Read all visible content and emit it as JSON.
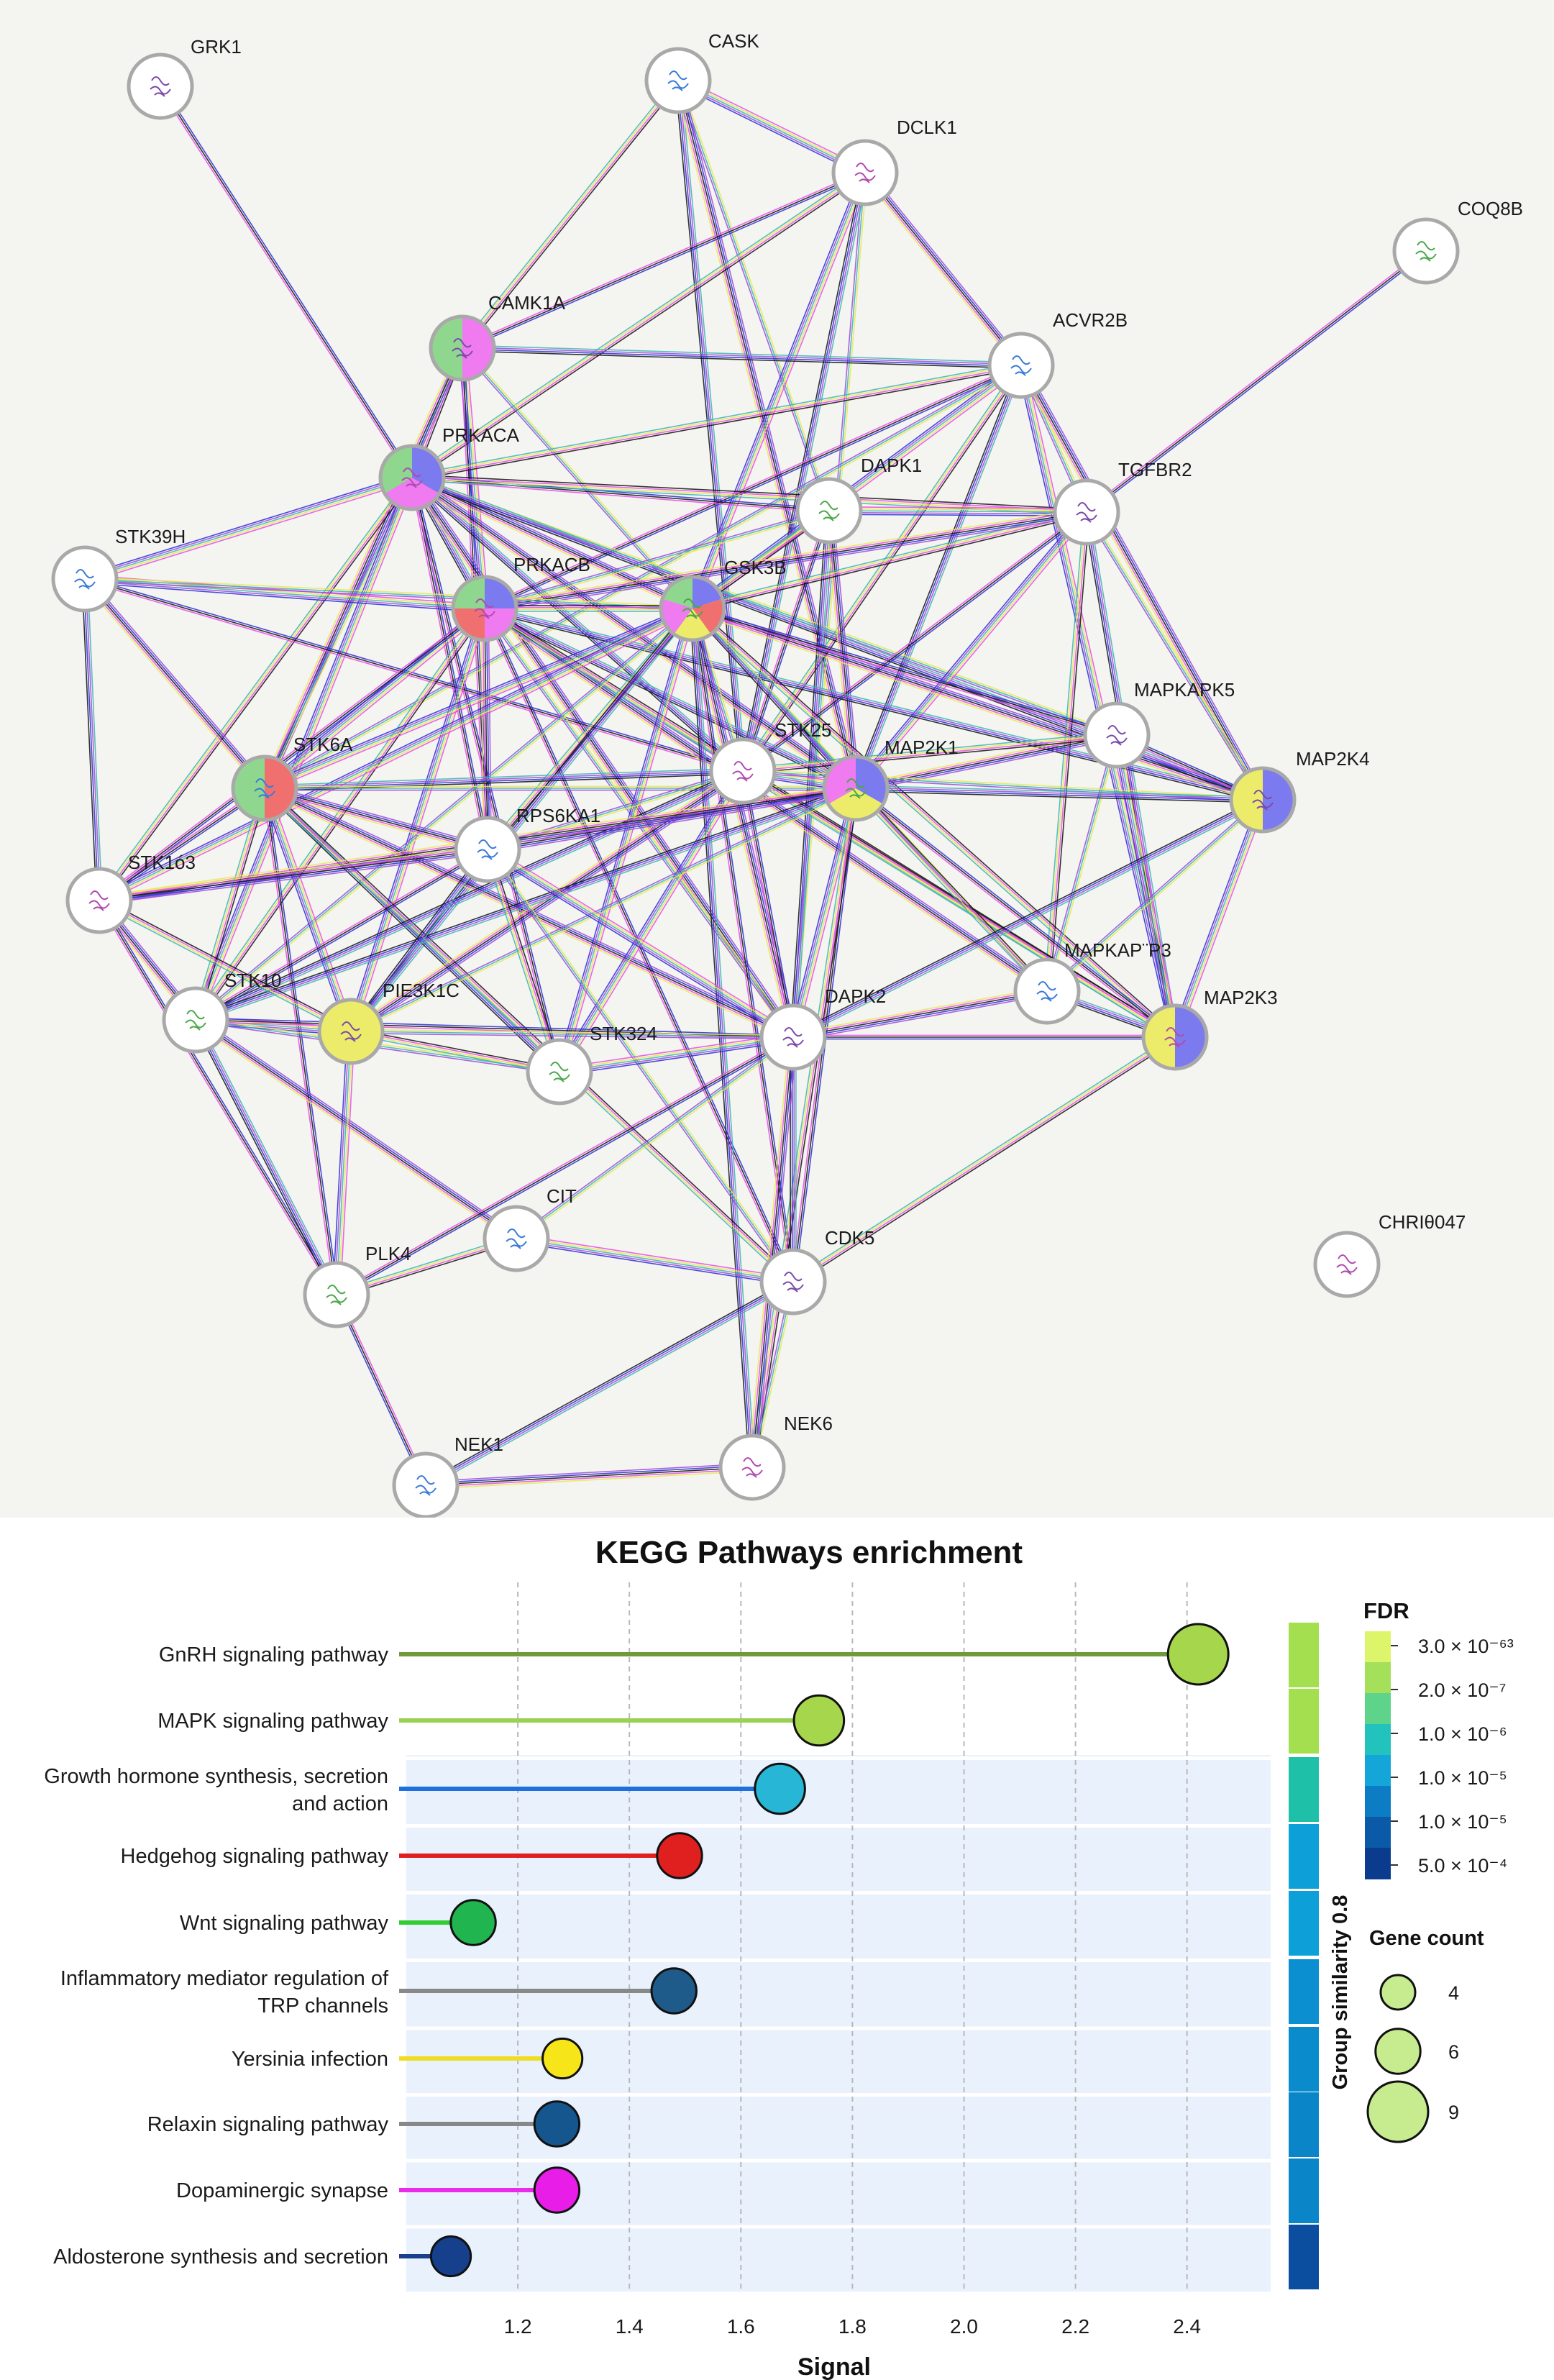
{
  "network": {
    "nodes": [
      {
        "id": "GRK1",
        "label": "GRK1",
        "colors": []
      },
      {
        "id": "CASK",
        "label": "CASK",
        "colors": []
      },
      {
        "id": "DCLK1",
        "label": "DCLK1",
        "colors": []
      },
      {
        "id": "COQ8B",
        "label": "COQ8B",
        "colors": []
      },
      {
        "id": "CAMK1A",
        "label": "CAMK1A",
        "colors": [
          "#f07af0",
          "#8fd68f"
        ]
      },
      {
        "id": "ACVR2B",
        "label": "ACVR2B",
        "colors": []
      },
      {
        "id": "PRKACA",
        "label": "PRKACA",
        "colors": [
          "#7b7bef",
          "#f07af0",
          "#8fd68f"
        ]
      },
      {
        "id": "DAPK1",
        "label": "DAPK1",
        "colors": []
      },
      {
        "id": "TGFBR2",
        "label": "TGFBR2",
        "colors": []
      },
      {
        "id": "STK39H",
        "label": "STK39H",
        "colors": []
      },
      {
        "id": "PRKACB",
        "label": "PRKACB",
        "colors": [
          "#7b7bef",
          "#f07af0",
          "#f07070",
          "#8fd68f"
        ]
      },
      {
        "id": "GSK3B",
        "label": "GSK3B",
        "colors": [
          "#7b7bef",
          "#f07070",
          "#ecec6a",
          "#f07af0",
          "#8fd68f"
        ]
      },
      {
        "id": "MAPKAPK5",
        "label": "MAPKAPK5",
        "colors": []
      },
      {
        "id": "STK6A",
        "label": "STK6A",
        "colors": [
          "#f07070",
          "#8fd68f"
        ]
      },
      {
        "id": "STK25",
        "label": "STK25",
        "colors": []
      },
      {
        "id": "MAP2K1",
        "label": "MAP2K1",
        "colors": [
          "#7b7bef",
          "#ecec6a",
          "#f07af0"
        ]
      },
      {
        "id": "MAP2K4",
        "label": "MAP2K4",
        "colors": [
          "#7b7bef",
          "#ecec6a"
        ]
      },
      {
        "id": "RPS6KA1",
        "label": "RPS6KA1",
        "colors": []
      },
      {
        "id": "STK103",
        "label": "STK1ó3",
        "colors": []
      },
      {
        "id": "STK10",
        "label": "STK10",
        "colors": []
      },
      {
        "id": "PIE3K1C",
        "label": "PIE3K1C",
        "colors": [
          "#ecec6a"
        ]
      },
      {
        "id": "MAPKAPP3",
        "label": "MAPKAP¨P3",
        "colors": []
      },
      {
        "id": "MAP2K3",
        "label": "MAP2K3",
        "colors": [
          "#7b7bef",
          "#ecec6a"
        ]
      },
      {
        "id": "STK324",
        "label": "STK324",
        "colors": []
      },
      {
        "id": "DAPK2",
        "label": "DAPK2",
        "colors": []
      },
      {
        "id": "CIT",
        "label": "CIT",
        "colors": []
      },
      {
        "id": "CHRI047",
        "label": "CHRIθ047",
        "colors": []
      },
      {
        "id": "PLK4",
        "label": "PLK4",
        "colors": []
      },
      {
        "id": "CDK5",
        "label": "CDK5",
        "colors": []
      },
      {
        "id": "NEK1",
        "label": "NEK1",
        "colors": []
      },
      {
        "id": "NEK6",
        "label": "NEK6",
        "colors": []
      }
    ],
    "edges": [
      [
        "GRK1",
        "PRKACA"
      ],
      [
        "CASK",
        "CAMK1A"
      ],
      [
        "CASK",
        "DCLK1"
      ],
      [
        "CASK",
        "DAPK1"
      ],
      [
        "CASK",
        "STK25"
      ],
      [
        "CASK",
        "MAP2K1"
      ],
      [
        "DCLK1",
        "CAMK1A"
      ],
      [
        "DCLK1",
        "PRKACA"
      ],
      [
        "DCLK1",
        "GSK3B"
      ],
      [
        "DCLK1",
        "DAPK2"
      ],
      [
        "DCLK1",
        "STK25"
      ],
      [
        "DCLK1",
        "ACVR2B"
      ],
      [
        "COQ8B",
        "TGFBR2"
      ],
      [
        "CAMK1A",
        "PRKACA"
      ],
      [
        "CAMK1A",
        "PRKACB"
      ],
      [
        "CAMK1A",
        "GSK3B"
      ],
      [
        "CAMK1A",
        "ACVR2B"
      ],
      [
        "CAMK1A",
        "STK6A"
      ],
      [
        "CAMK1A",
        "RPS6KA1"
      ],
      [
        "ACVR2B",
        "PRKACA"
      ],
      [
        "ACVR2B",
        "GSK3B"
      ],
      [
        "ACVR2B",
        "TGFBR2"
      ],
      [
        "ACVR2B",
        "MAP2K1"
      ],
      [
        "ACVR2B",
        "MAP2K4"
      ],
      [
        "ACVR2B",
        "PRKACB"
      ],
      [
        "ACVR2B",
        "STK25"
      ],
      [
        "ACVR2B",
        "MAP2K3"
      ],
      [
        "ACVR2B",
        "STK6A"
      ],
      [
        "PRKACA",
        "PRKACB"
      ],
      [
        "PRKACA",
        "GSK3B"
      ],
      [
        "PRKACA",
        "DAPK1"
      ],
      [
        "PRKACA",
        "TGFBR2"
      ],
      [
        "PRKACA",
        "STK39H"
      ],
      [
        "PRKACA",
        "STK6A"
      ],
      [
        "PRKACA",
        "STK25"
      ],
      [
        "PRKACA",
        "MAP2K1"
      ],
      [
        "PRKACA",
        "RPS6KA1"
      ],
      [
        "PRKACA",
        "STK103"
      ],
      [
        "PRKACA",
        "STK10"
      ],
      [
        "PRKACA",
        "MAPKAPK5"
      ],
      [
        "PRKACA",
        "MAP2K4"
      ],
      [
        "PRKACA",
        "DAPK2"
      ],
      [
        "PRKACA",
        "STK324"
      ],
      [
        "DAPK1",
        "GSK3B"
      ],
      [
        "DAPK1",
        "TGFBR2"
      ],
      [
        "DAPK1",
        "PRKACB"
      ],
      [
        "DAPK1",
        "DAPK2"
      ],
      [
        "DAPK1",
        "MAP2K1"
      ],
      [
        "DAPK1",
        "STK25"
      ],
      [
        "TGFBR2",
        "GSK3B"
      ],
      [
        "TGFBR2",
        "MAP2K1"
      ],
      [
        "TGFBR2",
        "MAP2K4"
      ],
      [
        "TGFBR2",
        "MAP2K3"
      ],
      [
        "TGFBR2",
        "PRKACB"
      ],
      [
        "TGFBR2",
        "STK25"
      ],
      [
        "TGFBR2",
        "MAPKAPP3"
      ],
      [
        "STK39H",
        "PRKACB"
      ],
      [
        "STK39H",
        "GSK3B"
      ],
      [
        "STK39H",
        "STK103"
      ],
      [
        "STK39H",
        "STK6A"
      ],
      [
        "STK39H",
        "STK25"
      ],
      [
        "PRKACB",
        "GSK3B"
      ],
      [
        "PRKACB",
        "STK6A"
      ],
      [
        "PRKACB",
        "STK25"
      ],
      [
        "PRKACB",
        "MAP2K1"
      ],
      [
        "PRKACB",
        "RPS6KA1"
      ],
      [
        "PRKACB",
        "STK103"
      ],
      [
        "PRKACB",
        "STK10"
      ],
      [
        "PRKACB",
        "PIE3K1C"
      ],
      [
        "PRKACB",
        "DAPK2"
      ],
      [
        "PRKACB",
        "MAP2K4"
      ],
      [
        "PRKACB",
        "MAPKAPP3"
      ],
      [
        "PRKACB",
        "CDK5"
      ],
      [
        "PRKACB",
        "MAP2K3"
      ],
      [
        "GSK3B",
        "STK6A"
      ],
      [
        "GSK3B",
        "STK25"
      ],
      [
        "GSK3B",
        "MAP2K1"
      ],
      [
        "GSK3B",
        "MAP2K4"
      ],
      [
        "GSK3B",
        "MAPKAPK5"
      ],
      [
        "GSK3B",
        "RPS6KA1"
      ],
      [
        "GSK3B",
        "STK103"
      ],
      [
        "GSK3B",
        "STK10"
      ],
      [
        "GSK3B",
        "PIE3K1C"
      ],
      [
        "GSK3B",
        "DAPK2"
      ],
      [
        "GSK3B",
        "CDK5"
      ],
      [
        "GSK3B",
        "MAP2K3"
      ],
      [
        "GSK3B",
        "STK324"
      ],
      [
        "GSK3B",
        "MAPKAPP3"
      ],
      [
        "GSK3B",
        "NEK6"
      ],
      [
        "MAPKAPK5",
        "MAP2K1"
      ],
      [
        "MAPKAPK5",
        "MAP2K4"
      ],
      [
        "MAPKAPK5",
        "STK25"
      ],
      [
        "MAPKAPK5",
        "MAP2K3"
      ],
      [
        "MAPKAPK5",
        "MAPKAPP3"
      ],
      [
        "STK6A",
        "STK25"
      ],
      [
        "STK6A",
        "RPS6KA1"
      ],
      [
        "STK6A",
        "STK103"
      ],
      [
        "STK6A",
        "STK10"
      ],
      [
        "STK6A",
        "PIE3K1C"
      ],
      [
        "STK6A",
        "MAP2K1"
      ],
      [
        "STK6A",
        "STK324"
      ],
      [
        "STK6A",
        "DAPK2"
      ],
      [
        "STK6A",
        "PLK4"
      ],
      [
        "STK6A",
        "CDK5"
      ],
      [
        "STK25",
        "MAP2K1"
      ],
      [
        "STK25",
        "RPS6KA1"
      ],
      [
        "STK25",
        "STK10"
      ],
      [
        "STK25",
        "PIE3K1C"
      ],
      [
        "STK25",
        "DAPK2"
      ],
      [
        "STK25",
        "MAP2K3"
      ],
      [
        "STK25",
        "STK324"
      ],
      [
        "STK25",
        "MAP2K4"
      ],
      [
        "MAP2K1",
        "MAP2K4"
      ],
      [
        "MAP2K1",
        "RPS6KA1"
      ],
      [
        "MAP2K1",
        "MAP2K3"
      ],
      [
        "MAP2K1",
        "MAPKAPP3"
      ],
      [
        "MAP2K1",
        "DAPK2"
      ],
      [
        "MAP2K1",
        "PIE3K1C"
      ],
      [
        "MAP2K1",
        "STK10"
      ],
      [
        "MAP2K1",
        "STK103"
      ],
      [
        "MAP2K1",
        "CDK5"
      ],
      [
        "MAP2K1",
        "NEK6"
      ],
      [
        "MAP2K4",
        "MAP2K3"
      ],
      [
        "MAP2K4",
        "MAPKAPP3"
      ],
      [
        "MAP2K4",
        "DAPK2"
      ],
      [
        "RPS6KA1",
        "STK103"
      ],
      [
        "RPS6KA1",
        "STK10"
      ],
      [
        "RPS6KA1",
        "STK324"
      ],
      [
        "RPS6KA1",
        "DAPK2"
      ],
      [
        "RPS6KA1",
        "CDK5"
      ],
      [
        "RPS6KA1",
        "PIE3K1C"
      ],
      [
        "STK103",
        "STK10"
      ],
      [
        "STK103",
        "PLK4"
      ],
      [
        "STK103",
        "PIE3K1C"
      ],
      [
        "STK10",
        "PIE3K1C"
      ],
      [
        "STK10",
        "STK324"
      ],
      [
        "STK10",
        "PLK4"
      ],
      [
        "STK10",
        "CIT"
      ],
      [
        "STK10",
        "DAPK2"
      ],
      [
        "PIE3K1C",
        "STK324"
      ],
      [
        "PIE3K1C",
        "PLK4"
      ],
      [
        "PIE3K1C",
        "DAPK2"
      ],
      [
        "MAPKAPP3",
        "MAP2K3"
      ],
      [
        "MAPKAPP3",
        "DAPK2"
      ],
      [
        "MAP2K3",
        "DAPK2"
      ],
      [
        "MAP2K3",
        "CDK5"
      ],
      [
        "STK324",
        "DAPK2"
      ],
      [
        "DAPK2",
        "CIT"
      ],
      [
        "DAPK2",
        "CDK5"
      ],
      [
        "DAPK2",
        "NEK6"
      ],
      [
        "DAPK2",
        "PLK4"
      ],
      [
        "CIT",
        "PLK4"
      ],
      [
        "CIT",
        "CDK5"
      ],
      [
        "CDK5",
        "NEK6"
      ],
      [
        "CDK5",
        "NEK1"
      ],
      [
        "NEK1",
        "NEK6"
      ],
      [
        "NEK1",
        "PLK4"
      ]
    ]
  },
  "chart_data": {
    "type": "lollipop",
    "title": "KEGG Pathways enrichment",
    "xlabel": "Signal",
    "xlim": [
      1.0,
      2.55
    ],
    "xticks": [
      "1.2",
      "1.4",
      "1.6",
      "1.8",
      "2.0",
      "2.2",
      "2.4"
    ],
    "grid": true,
    "categories": [
      [
        "GnRH signaling pathway"
      ],
      [
        "MAPK signaling pathway"
      ],
      [
        "Growth hormone synthesis, secretion",
        "and action"
      ],
      [
        "Hedgehog signaling pathway"
      ],
      [
        "Wnt signaling pathway"
      ],
      [
        "Inflammatory mediator regulation of",
        "TRP channels"
      ],
      [
        "Yersinia infection"
      ],
      [
        "Relaxin signaling pathway"
      ],
      [
        "Dopaminergic synapse"
      ],
      [
        "Aldosterone synthesis and secretion"
      ]
    ],
    "values": [
      2.42,
      1.74,
      1.67,
      1.49,
      1.12,
      1.48,
      1.28,
      1.27,
      1.27,
      1.08
    ],
    "gene_count": [
      9,
      7,
      7,
      6,
      6,
      6,
      5,
      6,
      6,
      5
    ],
    "point_colors": [
      "#a6d64b",
      "#a6d64b",
      "#27b6d6",
      "#e0201f",
      "#20b54f",
      "#1e5b8a",
      "#f6e619",
      "#15568e",
      "#e81de8",
      "#163f8c"
    ],
    "stem_colors": [
      "#6f9a3a",
      "#98d153",
      "#1e6fe0",
      "#e0201f",
      "#33cc33",
      "#888888",
      "#f0dd1e",
      "#888888",
      "#ea2bea",
      "#1a3f8d"
    ],
    "group_similarity": {
      "label": "Group similarity 0.8",
      "colors": [
        "#a3df4e",
        "#a3df4e",
        "#1fc0a8",
        "#0da0d8",
        "#0da0d8",
        "#0b8fd0",
        "#0a8ccc",
        "#0a86c8",
        "#0a86c8",
        "#0b4ea0"
      ]
    },
    "fdr_legend": {
      "title": "FDR",
      "labels": [
        "3.0 × 10⁻⁶³",
        "2.0 × 10⁻⁷",
        "1.0 × 10⁻⁶",
        "1.0 × 10⁻⁵",
        "1.0 × 10⁻⁵",
        "5.0 × 10⁻⁴"
      ],
      "colors": [
        "#dcf56b",
        "#a4e05a",
        "#5dd48a",
        "#22c2bd",
        "#14a6d8",
        "#0c7cc4",
        "#0a5aa8",
        "#0b3b8c"
      ]
    },
    "size_legend": {
      "title": "Gene count",
      "labels": [
        "4",
        "6",
        "9"
      ],
      "values": [
        4,
        6,
        9
      ]
    }
  }
}
